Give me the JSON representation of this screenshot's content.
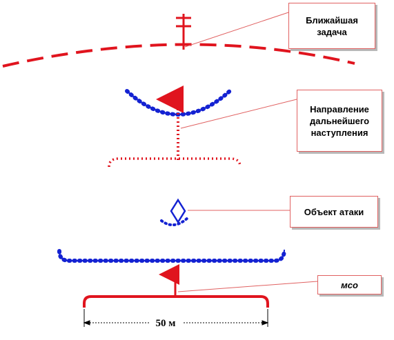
{
  "labels": {
    "immediate_task": "Ближайшая\nзадача",
    "further_direction": "Направление\nдальнейшего\nнаступления",
    "attack_object": "Объект атаки",
    "mso": "мсо"
  },
  "scale": {
    "label": "50 м"
  },
  "colors": {
    "own_forces": "#e0141e",
    "enemy": "#1422d2",
    "callout_border": "#e06060"
  }
}
